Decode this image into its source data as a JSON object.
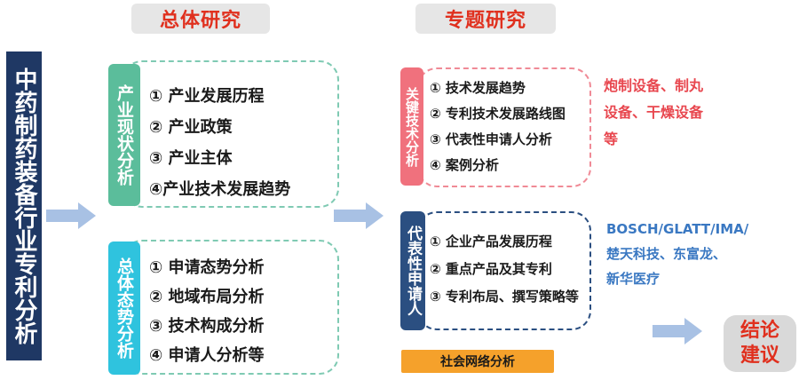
{
  "headers": {
    "overall": "总体研究",
    "special": "专题研究"
  },
  "main_title": "中药制药装备行业专利分析",
  "industry": {
    "tab": "产业现状分析",
    "items": [
      "① 产业发展历程",
      "② 产业政策",
      "③ 产业主体",
      "④产业技术发展趋势"
    ],
    "tab_color": "#5bbd9b",
    "border_color": "#7fcab3"
  },
  "trend": {
    "tab": "总体态势分析",
    "items": [
      "① 申请态势分析",
      "② 地域布局分析",
      "③ 技术构成分析",
      "④ 申请人分析等"
    ],
    "tab_color": "#2fc3de",
    "border_color": "#7fcab3"
  },
  "key_tech": {
    "tab": "关键技术分析",
    "items": [
      "① 技术发展趋势",
      "② 专利技术发展路线图",
      "③ 代表性申请人分析",
      "④ 案例分析"
    ],
    "note": "炮制设备、制丸设备、干燥设备等",
    "tab_color": "#f0717d",
    "border_color": "#f08a96",
    "note_color": "#e8474f"
  },
  "applicants": {
    "tab": "代表性申请人",
    "items": [
      "① 企业产品发展历程",
      "② 重点产品及其专利",
      "③ 专利布局、撰写策略等"
    ],
    "note": "BOSCH/GLATT/IMA/ 楚天科技、东富龙、新华医疗",
    "tab_color": "#2b4f81",
    "border_color": "#2b4f81",
    "note_color": "#3a78c2"
  },
  "social_network": "社会网络分析",
  "conclusion": "结论\n建议",
  "colors": {
    "header_text": "#e0301e",
    "arrow": "#a8c1e4",
    "main_title_bg": "#1f3864",
    "orange_bar": "#f5a12b"
  }
}
